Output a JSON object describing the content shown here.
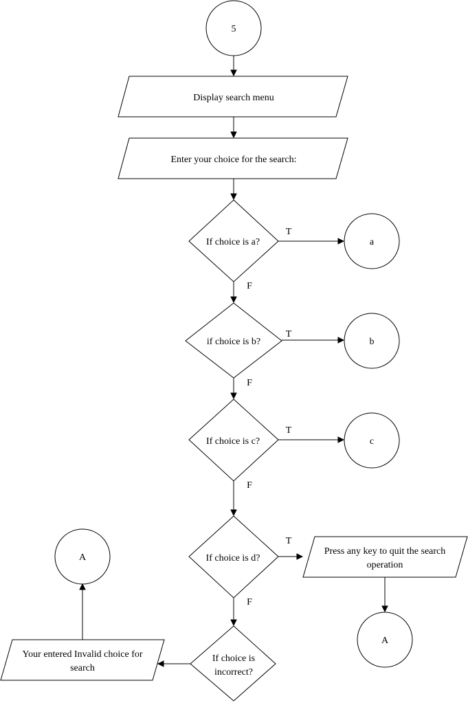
{
  "diagram": {
    "start_connector": "5",
    "display_menu": "Display search menu",
    "enter_choice": "Enter your choice for the search:",
    "decision_a": "If choice is a?",
    "decision_b": "if choice is b?",
    "decision_c": "If choice is c?",
    "decision_d": "If choice is d?",
    "decision_incorrect_line1": "If choice is",
    "decision_incorrect_line2": "incorrect?",
    "connector_a": "a",
    "connector_b": "b",
    "connector_c": "c",
    "quit_line1": "Press any key to quit the search",
    "quit_line2": "operation",
    "connector_A_right": "A",
    "invalid_line1": "Your entered  Invalid choice for",
    "invalid_line2": "search",
    "connector_A_left": "A",
    "true_label": "T",
    "false_label": "F"
  }
}
